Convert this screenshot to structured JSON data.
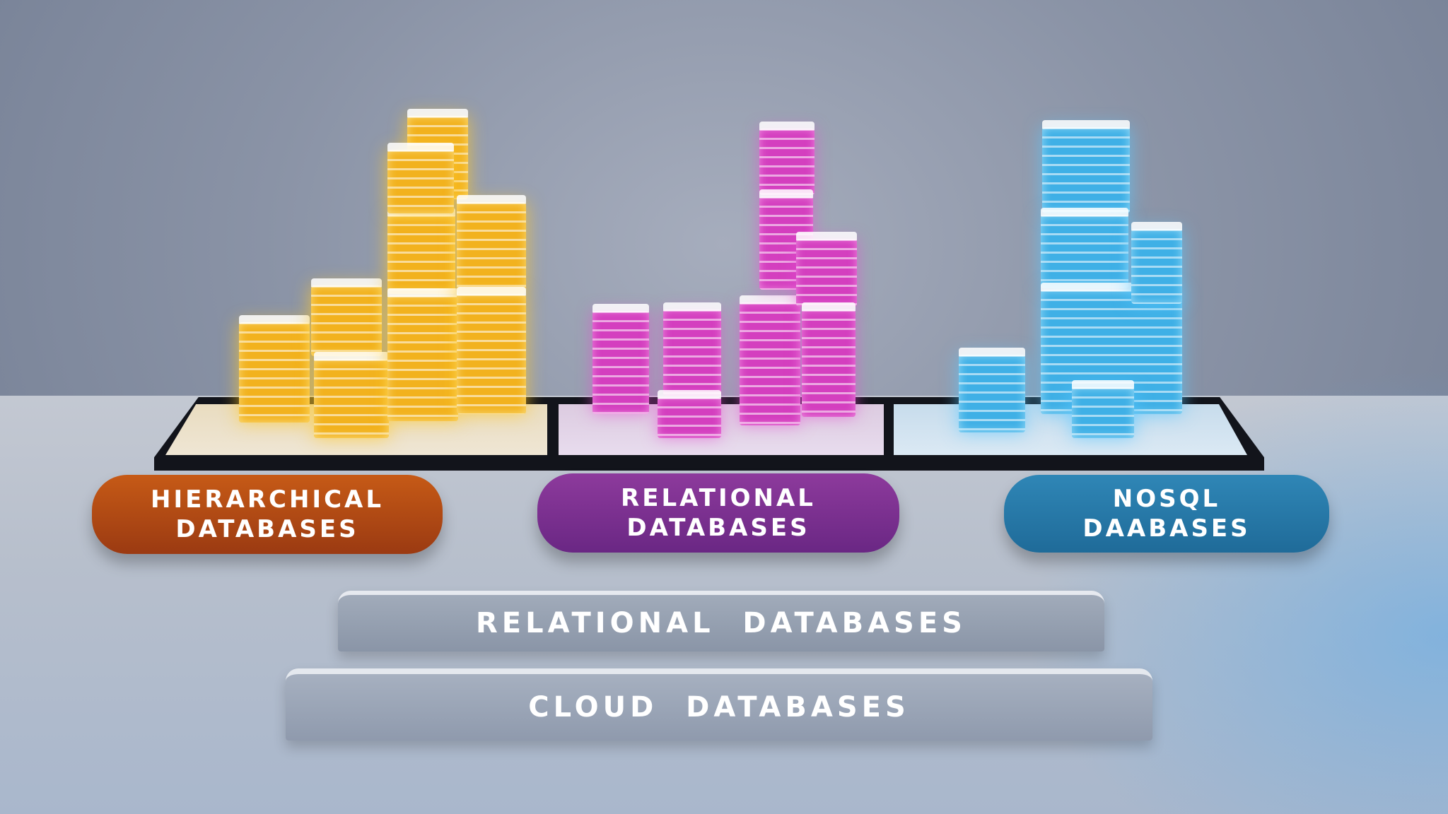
{
  "categories": [
    {
      "id": "hierarchical",
      "line1": "HIERARCHICAL",
      "line2": "DATABASES",
      "color": "#b24a14"
    },
    {
      "id": "relational",
      "line1": "RELATIONAL",
      "line2": "DATABASES",
      "color": "#7c2f90"
    },
    {
      "id": "nosql",
      "line1": "NOSQL",
      "line2": "DAABASES",
      "color": "#2a7cad"
    }
  ],
  "bars": [
    {
      "label": "RELATIONAL  DATABASES"
    },
    {
      "label": "CLOUD  DATABASES"
    }
  ],
  "block_colors": {
    "hierarchical": "#f2b21e",
    "relational": "#d43fbf",
    "nosql": "#3fb0e6"
  }
}
